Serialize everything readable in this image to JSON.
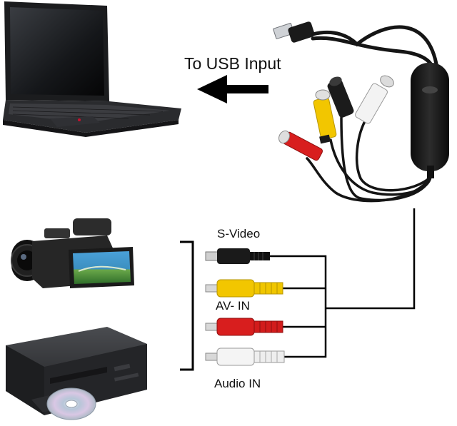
{
  "labels": {
    "usb_input": "To USB Input",
    "s_video": "S-Video",
    "av_in": "AV- IN",
    "audio_in": "Audio IN"
  },
  "devices": {
    "laptop": "laptop-icon",
    "camcorder": "camcorder-icon",
    "dvd_player": "dvd-player-icon",
    "capture_dongle": "usb-capture-dongle-icon"
  },
  "connectors": [
    {
      "id": "s-video",
      "color": "#222222"
    },
    {
      "id": "video-composite",
      "color": "#f2c600"
    },
    {
      "id": "audio-right",
      "color": "#d81e1e"
    },
    {
      "id": "audio-left",
      "color": "#eeeeee"
    }
  ]
}
